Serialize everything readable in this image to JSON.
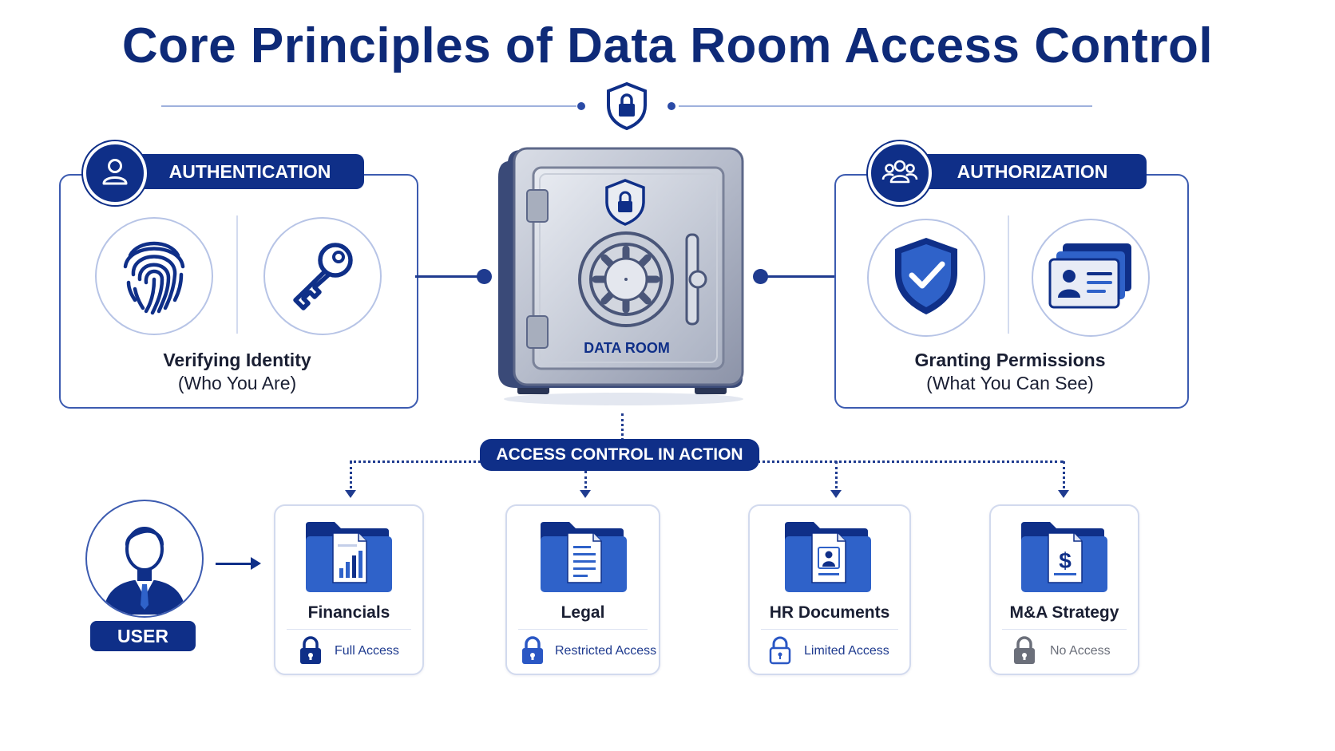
{
  "title": "Core Principles of Data Room Access Control",
  "authentication": {
    "label": "AUTHENTICATION",
    "caption": "Verifying Identity",
    "subcaption": "(Who You Are)",
    "icons": [
      "user-icon",
      "fingerprint-icon",
      "key-icon"
    ]
  },
  "authorization": {
    "label": "AUTHORIZATION",
    "caption": "Granting Permissions",
    "subcaption": "(What You Can See)",
    "icons": [
      "users-group-icon",
      "shield-check-icon",
      "id-cards-icon"
    ]
  },
  "data_room": {
    "label": "DATA ROOM",
    "icon": "safe-icon"
  },
  "access_control": {
    "label": "ACCESS CONTROL IN ACTION"
  },
  "user": {
    "label": "USER",
    "icon": "person-icon"
  },
  "folders": [
    {
      "title": "Financials",
      "access": "Full Access",
      "lock": "locked",
      "icon": "chart-document-icon"
    },
    {
      "title": "Legal",
      "access": "Restricted Access",
      "lock": "locked",
      "icon": "text-document-icon"
    },
    {
      "title": "HR Documents",
      "access": "Limited Access",
      "lock": "outline",
      "icon": "id-document-icon"
    },
    {
      "title": "M&A Strategy",
      "access": "No Access",
      "lock": "gray",
      "icon": "dollar-document-icon"
    }
  ],
  "colors": {
    "primary": "#0f2f88",
    "accent": "#2a57c4",
    "folder_blue": "#2f62c9",
    "full_access": "#1f3b8f",
    "restricted_access": "#2a57c4",
    "limited_access": "#2a57c4",
    "no_access": "#6b6f7a"
  }
}
